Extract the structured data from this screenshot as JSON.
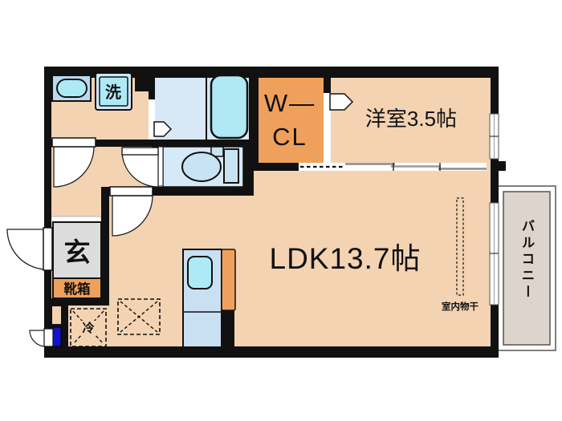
{
  "plan": {
    "title": "apartment-floor-plan",
    "labels": {
      "ldk": "LDK13.7帖",
      "western_room": "洋室3.5帖",
      "wcl_line1": "W―",
      "wcl_line2": "CL",
      "entrance": "玄",
      "shoe_box": "靴箱",
      "washer": "洗",
      "fridge": "冷",
      "balcony": "バルコニー",
      "indoor_drying": "室内物干"
    },
    "colors": {
      "wall": "#111111",
      "floor_peach": "#f3d3b2",
      "accent_orange": "#efa05c",
      "entrance_gray": "#dcdcdc",
      "bath_floor": "#d8e8f6",
      "wc_floor": "#d6e9f8",
      "kitchen_blue": "#c9e0f3",
      "fixture_cyan": "#aeeaf6",
      "tub_cyan": "#b0e8f3",
      "toilet_blue": "#c8e4f4",
      "counter_blue": "#b9d9ef",
      "washer_frame": "#cfe7f6",
      "balcony_gray": "#ddd5cd",
      "meter_blue": "#1212cf"
    }
  }
}
